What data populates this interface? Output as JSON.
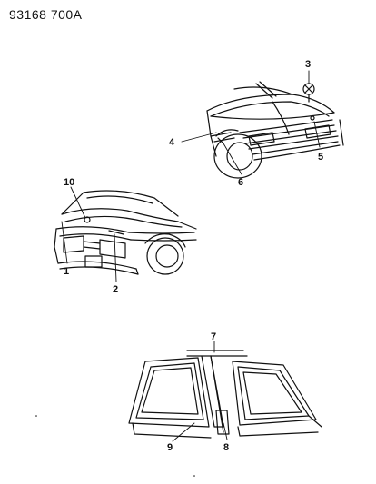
{
  "diagram": {
    "code": "93168  700A",
    "callouts": {
      "c1": "1",
      "c2": "2",
      "c3": "3",
      "c4": "4",
      "c5": "5",
      "c6": "6",
      "c7": "7",
      "c8": "8",
      "c9": "9",
      "c10": "10"
    }
  }
}
